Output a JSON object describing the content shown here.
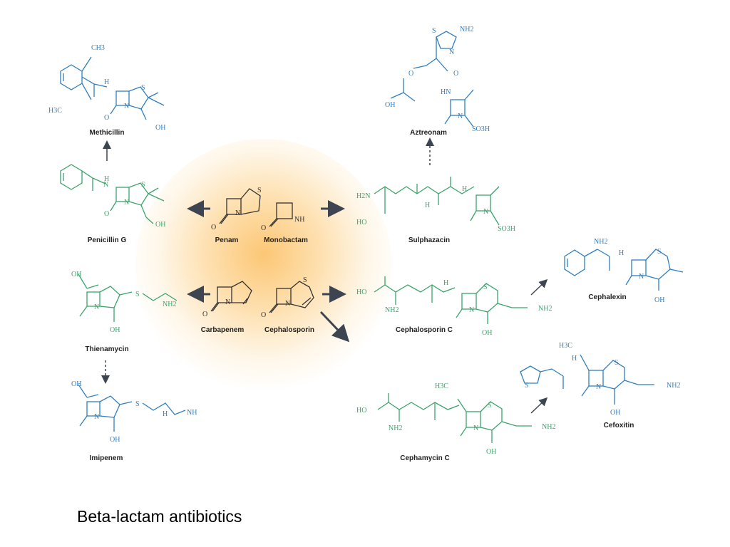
{
  "caption": "Beta-lactam antibiotics",
  "compounds": {
    "methicillin": "Methicillin",
    "penicillin_g": "Penicillin G",
    "penam": "Penam",
    "monobactam": "Monobactam",
    "sulphazacin": "Sulphazacin",
    "aztreonam": "Aztreonam",
    "cephalexin": "Cephalexin",
    "carbapenem": "Carbapenem",
    "cephalosporin": "Cephalosporin",
    "thienamycin": "Thienamycin",
    "imipenem": "Imipenem",
    "cephalosporin_c": "Cephalosporin C",
    "cephamycin_c": "Cephamycin C",
    "cefoxitin": "Cefoxitin"
  },
  "atom_labels": {
    "ch3": "CH3",
    "o": "O",
    "h": "H",
    "n": "N",
    "s": "S",
    "oh": "OH",
    "h3c_o": "H3C",
    "hn": "HN",
    "nh": "NH",
    "nh2": "NH2",
    "h2n": "H2N",
    "ho": "HO",
    "so3h": "SO3H"
  },
  "colors": {
    "green": "#3aa56a",
    "blue": "#2f7fc0",
    "core": "#333333",
    "arrow": "#3d4650",
    "glow": "#fcc46e"
  }
}
